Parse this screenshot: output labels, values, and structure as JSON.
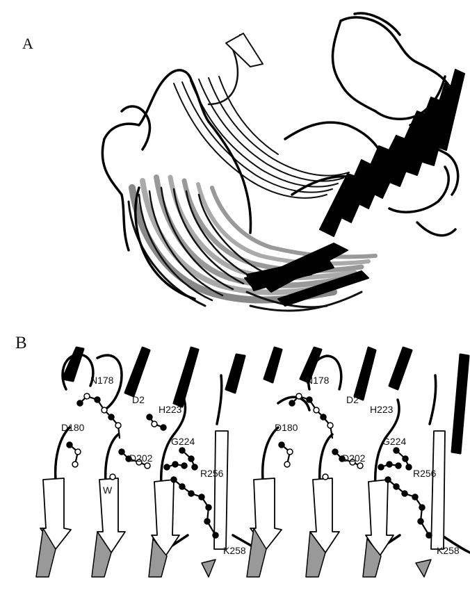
{
  "panels": {
    "a": {
      "letter": "A"
    },
    "b": {
      "letter": "B"
    }
  },
  "stereo_left": {
    "labels": [
      "N178",
      "D180",
      "D202",
      "W",
      "H223",
      "G224",
      "R256",
      "K258",
      "D2"
    ]
  },
  "stereo_right": {
    "labels": [
      "N178",
      "D180",
      "D202",
      "H223",
      "G224",
      "R256",
      "K258",
      "D2"
    ]
  }
}
